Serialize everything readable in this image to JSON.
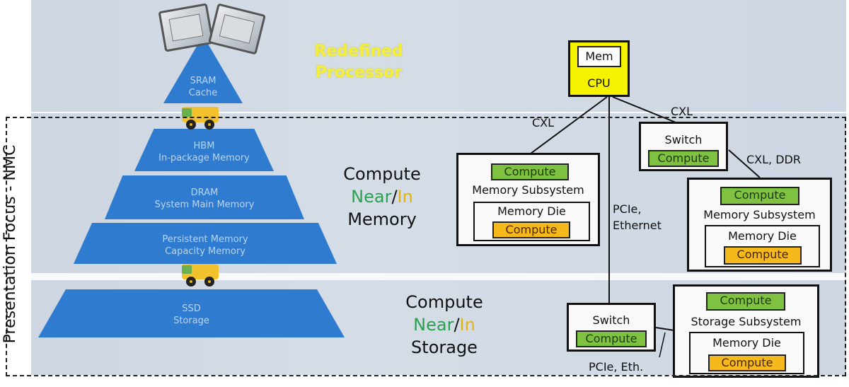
{
  "side_label": "Presentation Focus - NMC",
  "tiers": {
    "processor": {
      "title_line1": "Redefined",
      "title_line2": "Processor",
      "pyramid": {
        "line1": "SRAM",
        "line2": "Cache"
      }
    },
    "memory": {
      "title": {
        "line1": "Compute",
        "near": "Near",
        "slash": "/",
        "in": "In",
        "line3": "Memory"
      },
      "layers": [
        {
          "line1": "HBM",
          "line2": "In-package Memory"
        },
        {
          "line1": "DRAM",
          "line2": "System Main Memory"
        },
        {
          "line1": "Persistent Memory",
          "line2": "Capacity Memory"
        }
      ]
    },
    "storage": {
      "title": {
        "line1": "Compute",
        "near": "Near",
        "slash": "/",
        "in": "In",
        "line3": "Storage"
      },
      "pyramid": {
        "line1": "SSD",
        "line2": "Storage"
      }
    }
  },
  "diagram": {
    "cpu": {
      "mem_label": "Mem",
      "cpu_label": "CPU"
    },
    "links": {
      "cxl_left": "CXL",
      "cxl_right": "CXL",
      "cxl_ddr": "CXL, DDR",
      "pcie_ethernet_line1": "PCIe,",
      "pcie_ethernet_line2": "Ethernet",
      "pcie_eth": "PCIe, Eth."
    },
    "memory_subsystem_left": {
      "compute": "Compute",
      "label": "Memory Subsystem",
      "die_label": "Memory Die",
      "die_compute": "Compute"
    },
    "switch_top": {
      "label": "Switch",
      "compute": "Compute"
    },
    "memory_subsystem_right": {
      "compute": "Compute",
      "label": "Memory Subsystem",
      "die_label": "Memory Die",
      "die_compute": "Compute"
    },
    "switch_bottom": {
      "label": "Switch",
      "compute": "Compute"
    },
    "storage_subsystem": {
      "compute": "Compute",
      "label": "Storage Subsystem",
      "die_label": "Memory Die",
      "die_compute": "Compute"
    }
  },
  "colors": {
    "pyramid_blue": "#2f7bd0",
    "cpu_yellow": "#f7f200",
    "compute_green": "#7fc241",
    "compute_orange": "#f6b91b",
    "near_green": "#2aa052",
    "in_yellow": "#e2b411"
  }
}
